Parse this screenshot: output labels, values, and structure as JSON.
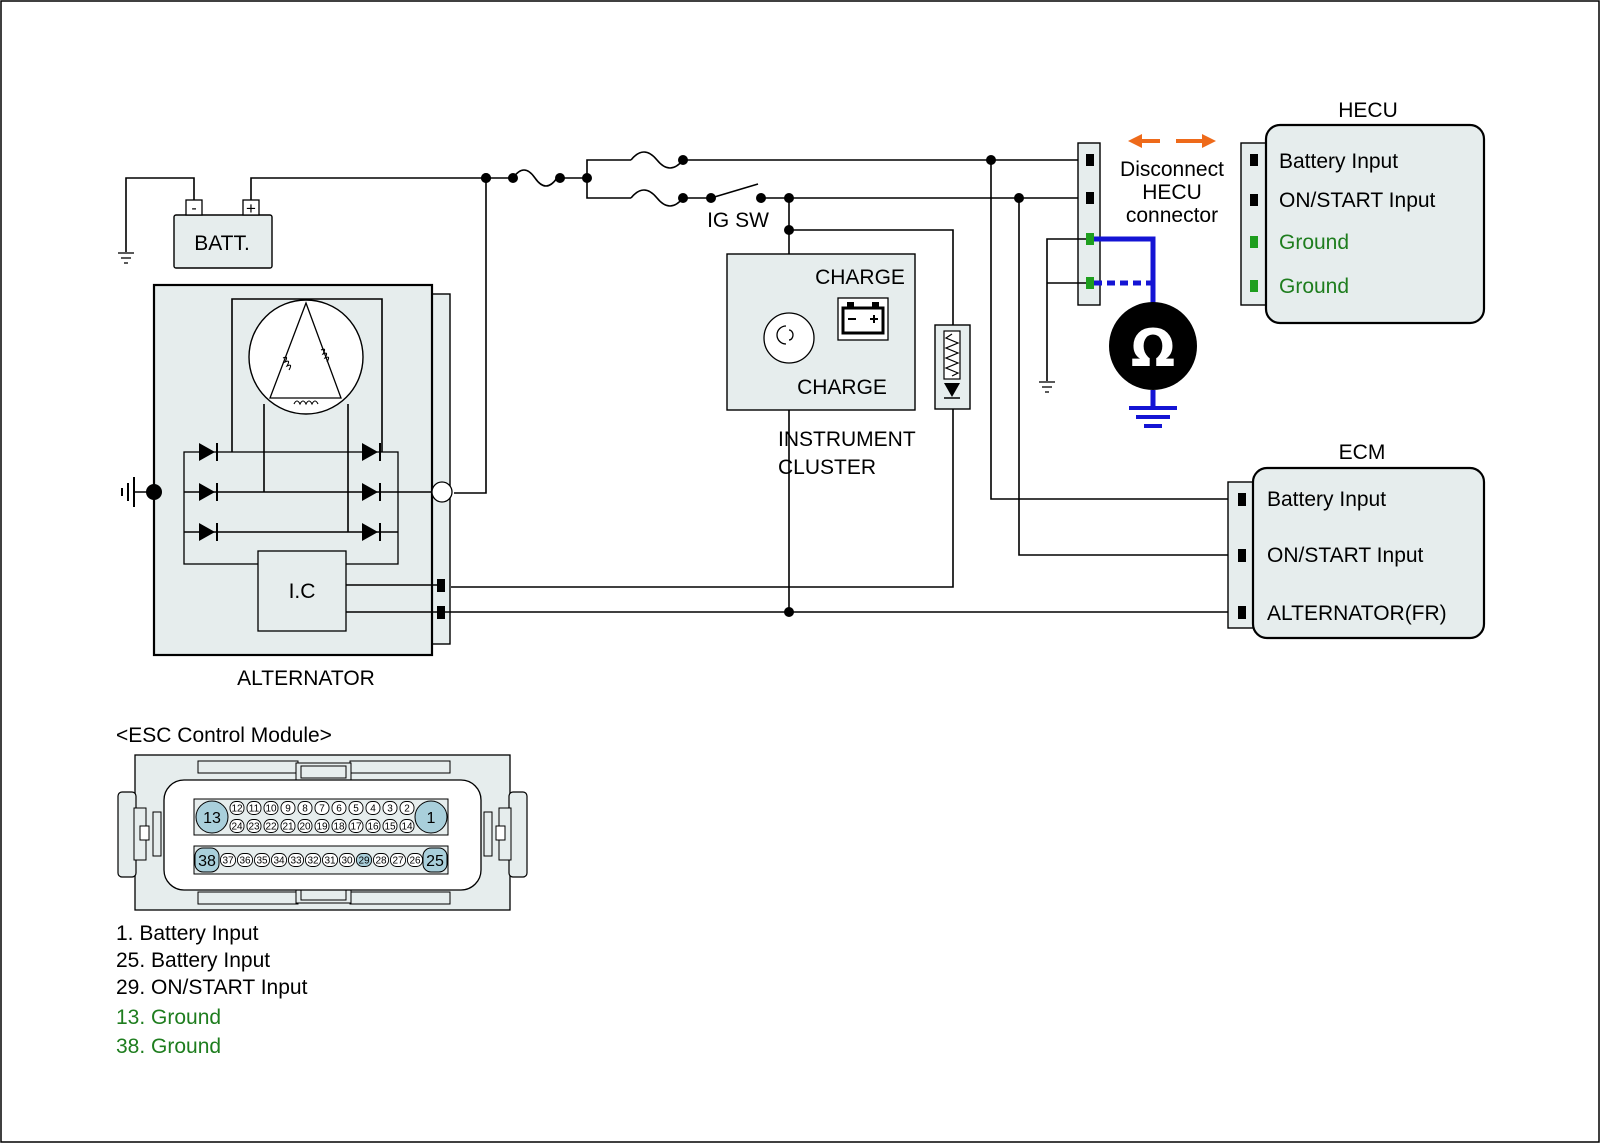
{
  "labels": {
    "hecu": "HECU",
    "ecm": "ECM",
    "batt": "BATT.",
    "batt_minus": "-",
    "batt_plus": "+",
    "ig_sw": "IG SW",
    "charge_top": "CHARGE",
    "charge_bottom": "CHARGE",
    "instrument": "INSTRUMENT",
    "cluster": "CLUSTER",
    "alternator": "ALTERNATOR",
    "ic": "I.C",
    "disconnect_1": "Disconnect",
    "disconnect_2": "HECU",
    "disconnect_3": "connector",
    "ohm": "Ω"
  },
  "hecu_pins": [
    {
      "label": "Battery Input",
      "color": "#000000"
    },
    {
      "label": "ON/START Input",
      "color": "#000000"
    },
    {
      "label": "Ground",
      "color": "#1e7d1e"
    },
    {
      "label": "Ground",
      "color": "#1e7d1e"
    }
  ],
  "ecm_pins": [
    {
      "label": "Battery Input"
    },
    {
      "label": "ON/START Input"
    },
    {
      "label": "ALTERNATOR(FR)"
    }
  ],
  "esc": {
    "title": "<ESC Control Module>",
    "top_row_small": [
      "12",
      "11",
      "10",
      "9",
      "8",
      "7",
      "6",
      "5",
      "4",
      "3",
      "2"
    ],
    "mid_row_small": [
      "24",
      "23",
      "22",
      "21",
      "20",
      "19",
      "18",
      "17",
      "16",
      "15",
      "14"
    ],
    "bottom_row_small": [
      "37",
      "36",
      "35",
      "34",
      "33",
      "32",
      "31",
      "30",
      "29",
      "28",
      "27",
      "26"
    ],
    "big_pins": [
      "13",
      "1",
      "38",
      "25"
    ],
    "highlight_pin": "29",
    "legend": [
      {
        "text": "1. Battery Input",
        "color": "#000000"
      },
      {
        "text": "25. Battery Input",
        "color": "#000000"
      },
      {
        "text": "29. ON/START Input",
        "color": "#000000"
      },
      {
        "text": "13. Ground",
        "color": "#1e7d1e"
      },
      {
        "text": "38. Ground",
        "color": "#1e7d1e"
      }
    ]
  },
  "colors": {
    "panel_fill": "#e6eded",
    "measure_wire": "#1414d4",
    "arrow": "#ee6a1a",
    "ground_text": "#1e7d1e",
    "pin_highlight": "#a9cfdb"
  }
}
